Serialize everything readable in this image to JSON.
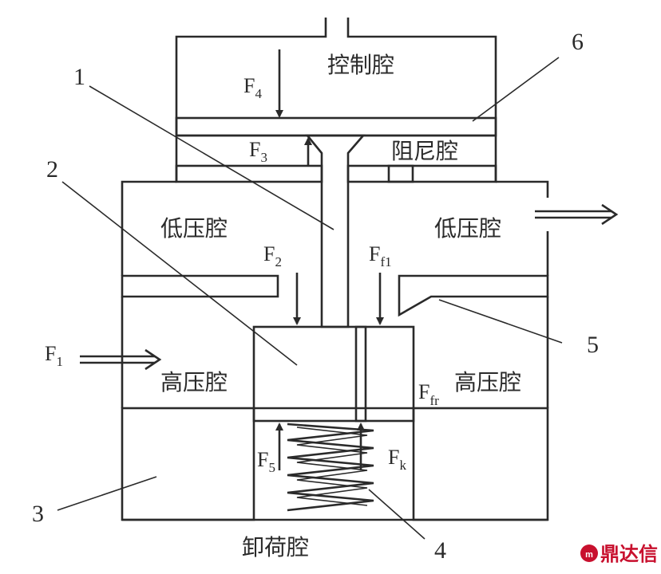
{
  "chambers": {
    "control": "控制腔",
    "damping": "阻尼腔",
    "low_left": "低压腔",
    "low_right": "低压腔",
    "high_left": "高压腔",
    "high_right": "高压腔",
    "unload": "卸荷腔"
  },
  "forces": {
    "f4": {
      "main": "F",
      "sub": "4"
    },
    "f3": {
      "main": "F",
      "sub": "3"
    },
    "f2": {
      "main": "F",
      "sub": "2"
    },
    "ff1": {
      "main": "F",
      "sub": "f1"
    },
    "f1": {
      "main": "F",
      "sub": "1"
    },
    "ffr": {
      "main": "F",
      "sub": "fr"
    },
    "f5": {
      "main": "F",
      "sub": "5"
    },
    "fk": {
      "main": "F",
      "sub": "k"
    }
  },
  "part_numbers": {
    "p1": "1",
    "p2": "2",
    "p3": "3",
    "p4": "4",
    "p5": "5",
    "p6": "6"
  },
  "watermark": {
    "text": "鼎达信",
    "color": "#c8102e",
    "icon": "brand-logo-icon"
  }
}
